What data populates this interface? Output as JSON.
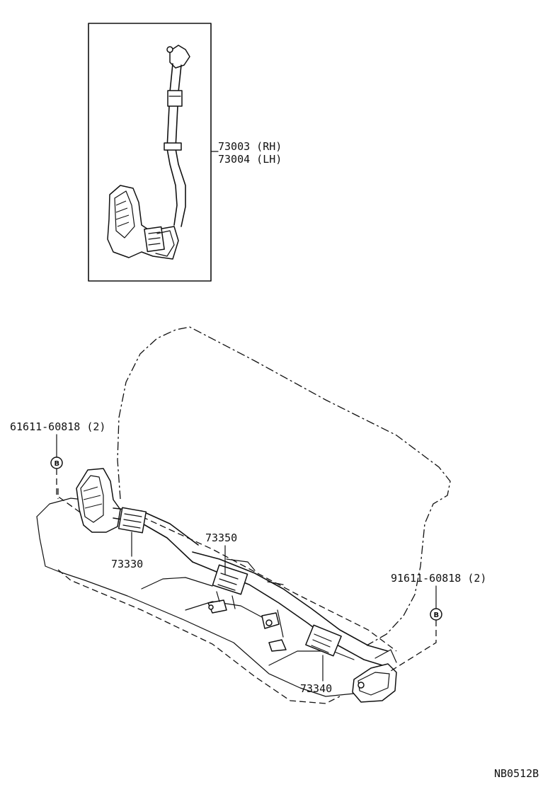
{
  "diagram": {
    "labels": {
      "belt_rh": "73003 (RH)",
      "belt_lh": "73004 (LH)",
      "bolt_left": "61611-60818 (2)",
      "bolt_right": "91611-60818 (2)",
      "part_73350": "73350",
      "part_73330": "73330",
      "part_73340": "73340",
      "ref_b_left": "B",
      "ref_b_right": "B",
      "figure_code": "NB0512B"
    }
  }
}
